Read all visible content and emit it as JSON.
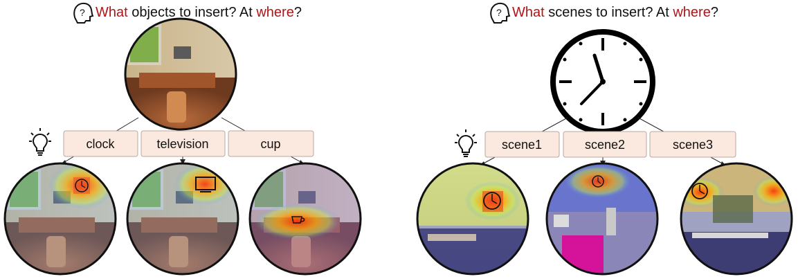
{
  "left": {
    "question": {
      "w1": "What",
      "w2": " objects to insert? At ",
      "w3": "where",
      "w4": "?"
    },
    "labels": [
      "clock",
      "television",
      "cup"
    ]
  },
  "right": {
    "question": {
      "w1": "What",
      "w2": " scenes to insert? At ",
      "w3": "where",
      "w4": "?"
    },
    "labels": [
      "scene1",
      "scene2",
      "scene3"
    ]
  },
  "colors": {
    "accent": "#b01515",
    "label_box": "#fbe9df"
  },
  "icons": [
    "head-question-icon",
    "lightbulb-icon",
    "clock-icon",
    "television-icon",
    "cup-icon"
  ]
}
